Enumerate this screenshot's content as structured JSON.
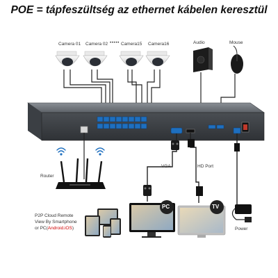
{
  "heading": "POE = tápfeszültség az ethernet kábelen keresztül",
  "cameras": [
    "Camera 01",
    "Camera 02",
    "Camera15",
    "Camera16"
  ],
  "camera_dots": "•••••",
  "audio_label": "Audio",
  "mouse_label": "Mouse",
  "router_label": "Router",
  "vga_label": "VGA",
  "hdport_label": "HD Port",
  "p2p_line1": "P2P Cloud Remote",
  "p2p_line2": "View By Smartphone",
  "p2p_line3_pre": "or PC(",
  "p2p_line3_hl": "Android.iOS",
  "p2p_line3_post": ")",
  "pc_badge": "PC",
  "tv_badge": "TV",
  "power_label": "Power",
  "colors": {
    "cable": "#222222",
    "highlight": "#d00000",
    "port_blue": "#1e6fbf",
    "nvr": "#555a60"
  },
  "icons": [
    "dome-camera-icon",
    "speaker-icon",
    "mouse-icon",
    "router-icon",
    "monitor-icon",
    "tv-icon",
    "power-adapter-icon",
    "wifi-icon"
  ]
}
